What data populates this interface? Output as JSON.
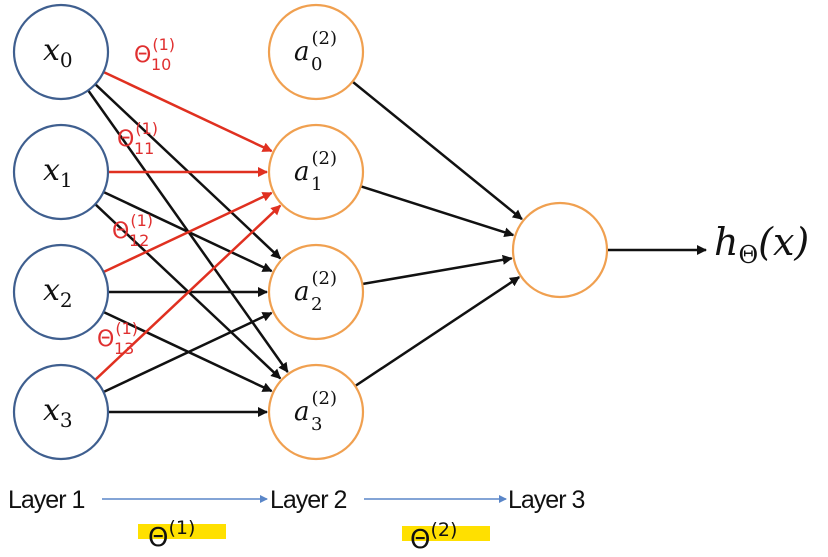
{
  "layers": [
    {
      "id": "l1",
      "label": "Layer 1",
      "node_color": "#3f5f8f",
      "nodes": [
        {
          "id": "x0",
          "base": "x",
          "sub": "0",
          "sup": ""
        },
        {
          "id": "x1",
          "base": "x",
          "sub": "1",
          "sup": ""
        },
        {
          "id": "x2",
          "base": "x",
          "sub": "2",
          "sup": ""
        },
        {
          "id": "x3",
          "base": "x",
          "sub": "3",
          "sup": ""
        }
      ]
    },
    {
      "id": "l2",
      "label": "Layer 2",
      "node_color": "#f0a050",
      "nodes": [
        {
          "id": "a0",
          "base": "a",
          "sub": "0",
          "sup": "(2)"
        },
        {
          "id": "a1",
          "base": "a",
          "sub": "1",
          "sup": "(2)"
        },
        {
          "id": "a2",
          "base": "a",
          "sub": "2",
          "sup": "(2)"
        },
        {
          "id": "a3",
          "base": "a",
          "sub": "3",
          "sup": "(2)"
        }
      ]
    },
    {
      "id": "l3",
      "label": "Layer 3",
      "node_color": "#f0a050",
      "nodes": [
        {
          "id": "o",
          "base": "",
          "sub": "",
          "sup": ""
        }
      ]
    }
  ],
  "highlighted_edges": [
    {
      "from": "x0",
      "to": "a1",
      "base": "Θ",
      "sub": "10",
      "sup": "(1)"
    },
    {
      "from": "x1",
      "to": "a1",
      "base": "Θ",
      "sub": "11",
      "sup": "(1)"
    },
    {
      "from": "x2",
      "to": "a1",
      "base": "Θ",
      "sub": "12",
      "sup": "(1)"
    },
    {
      "from": "x3",
      "to": "a1",
      "base": "Θ",
      "sub": "13",
      "sup": "(1)"
    }
  ],
  "output": {
    "prefix": "h",
    "sub": "Θ",
    "arg": "(x)"
  },
  "matrices": [
    {
      "base": "Θ",
      "sup": "(1)"
    },
    {
      "base": "Θ",
      "sup": "(2)"
    }
  ],
  "colors": {
    "edge": "#111111",
    "highlight_edge": "#e03020",
    "weight_label": "#e03030",
    "layer_arrow": "#5a86c8",
    "matrix_highlight": "#ffe000"
  }
}
